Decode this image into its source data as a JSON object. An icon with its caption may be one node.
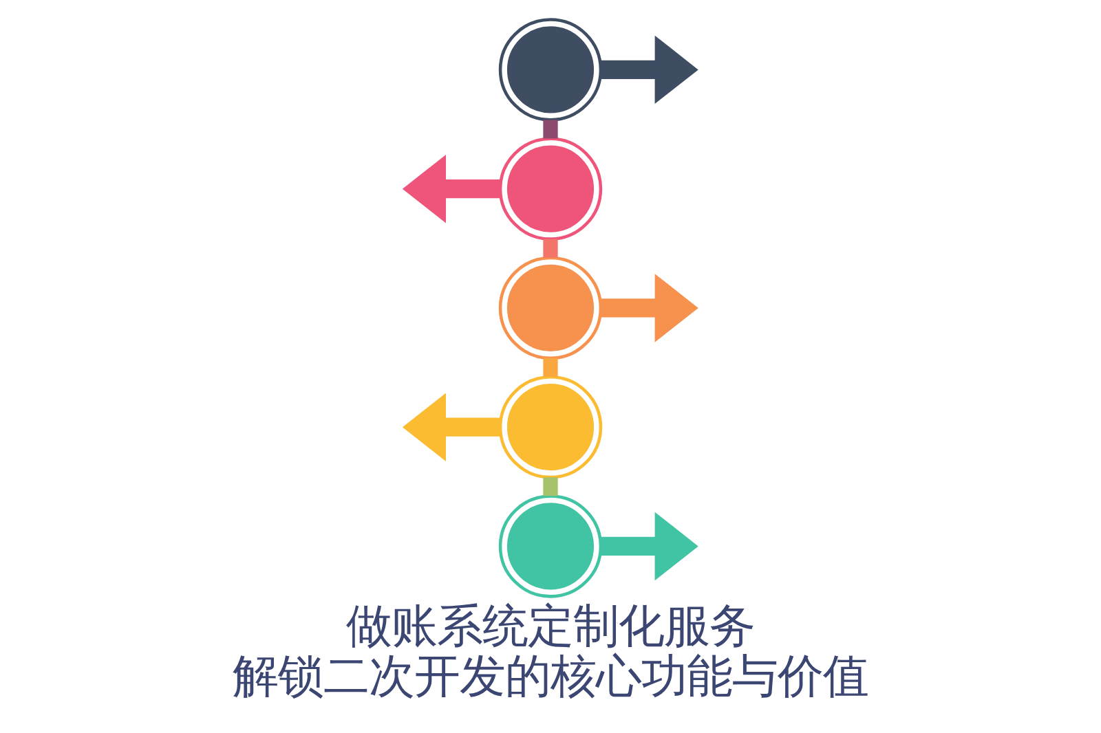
{
  "diagram": {
    "title": "做账系统定制化服务",
    "caption": "解锁二次开发的核心功能与价值",
    "nodes": [
      {
        "text": [],
        "shape": "circle"
      },
      {
        "text": [],
        "shape": "circle"
      },
      {
        "text": [],
        "shape": "circle"
      },
      {
        "text": [],
        "shape": "circle"
      },
      {
        "text": [],
        "shape": "circle"
      }
    ],
    "edges": [
      {
        "from": 0,
        "to": null,
        "arrow": "to",
        "color": "#3f4d63"
      },
      {
        "from": 0,
        "to": 1,
        "arrow": "none",
        "color": "#8c4a6c"
      },
      {
        "from": 1,
        "to": null,
        "arrow": "to",
        "color": "#ef557a"
      },
      {
        "from": 1,
        "to": 2,
        "arrow": "none",
        "color": "#f2746a"
      },
      {
        "from": 2,
        "to": null,
        "arrow": "to",
        "color": "#f7924e"
      },
      {
        "from": 2,
        "to": 3,
        "arrow": "none",
        "color": "#f9a840"
      },
      {
        "from": 3,
        "to": null,
        "arrow": "to",
        "color": "#fcbc32"
      },
      {
        "from": 3,
        "to": 4,
        "arrow": "none",
        "color": "#a6c26a"
      },
      {
        "from": 4,
        "to": null,
        "arrow": "to",
        "color": "#41c4a4"
      }
    ]
  }
}
